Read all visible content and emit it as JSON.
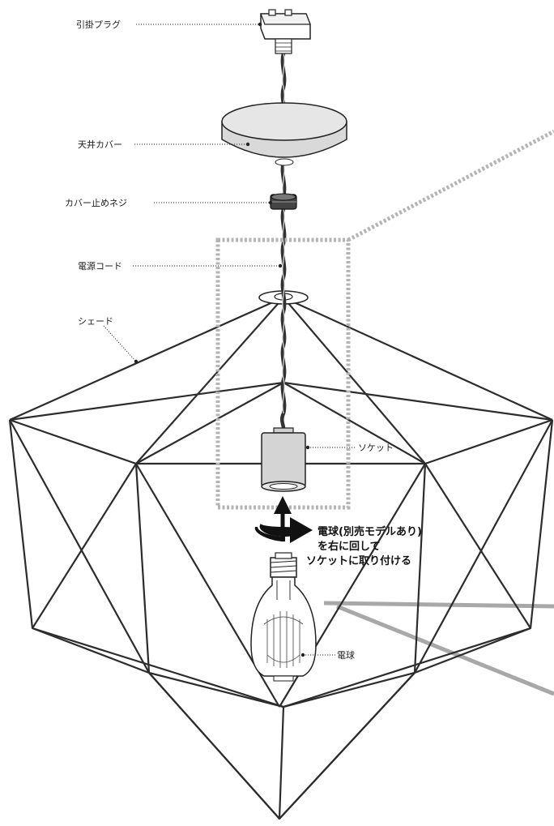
{
  "labels": {
    "plug": "引掛プラグ",
    "ceiling_cover": "天井カバー",
    "cover_screw": "カバー止めネジ",
    "power_cord": "電源コード",
    "shade": "シェード",
    "socket": "ソケット",
    "bulb": "電球"
  },
  "instruction": {
    "line1": "電球(別売モデルあり)",
    "line2": "を右に回して",
    "line3": "ソケットに取り付ける"
  },
  "colors": {
    "frame": "#2c2c2c",
    "cover_fill": "#d9d9d9",
    "zoom_box": "#b4b4b4",
    "zoom_ray": "#a8a8a8"
  }
}
